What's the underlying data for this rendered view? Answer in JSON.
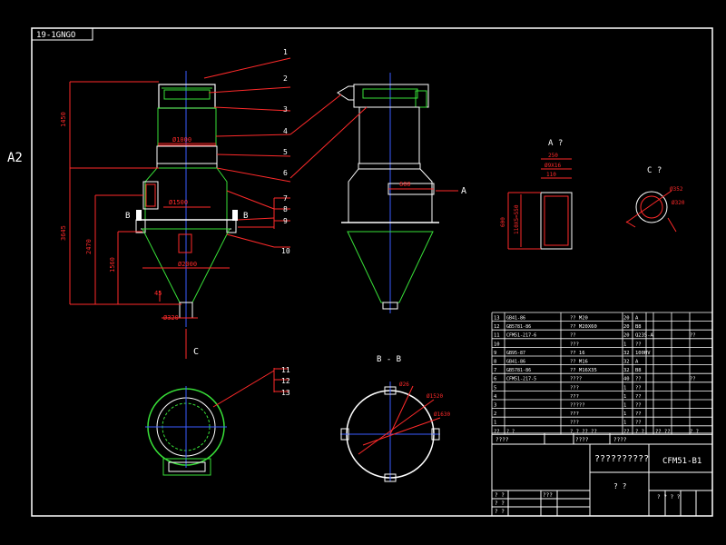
{
  "sheet": {
    "size_label": "A2",
    "drawing_code": "19-1GNGO",
    "frame_color": "#ffffff",
    "background": "#000000"
  },
  "colors": {
    "outline": "#ffffff",
    "dimension": "#ff2a2a",
    "centerline": "#3a5bff",
    "component": "#38e038",
    "label": "#ffffff",
    "section_callout": "#ffffff"
  },
  "views": {
    "front": {
      "callouts": [
        "1",
        "2",
        "3",
        "4",
        "5",
        "6",
        "7",
        "8",
        "9",
        "10"
      ],
      "section_marks": [
        "B",
        "B"
      ],
      "view_arrow": "C"
    },
    "side": {
      "view_arrow": "A"
    },
    "detail_a": {
      "title": "A ?"
    },
    "detail_c": {
      "title": "C ?"
    },
    "plan": {
      "callouts": [
        "11",
        "12",
        "13"
      ]
    },
    "section_bb": {
      "title": "B - B"
    }
  },
  "bom": {
    "rows": [
      {
        "no": "13",
        "code": "GB41-86",
        "name": "?? M20",
        "qty": "20",
        "mat": "A",
        "wt": "",
        "note": ""
      },
      {
        "no": "12",
        "code": "GB5781-86",
        "name": "?? M20X60",
        "qty": "20",
        "mat": "B8",
        "wt": "",
        "note": ""
      },
      {
        "no": "11",
        "code": "CFM51-217-6",
        "name": "??",
        "qty": "20",
        "mat": "Q235-A",
        "wt": "",
        "note": "??"
      },
      {
        "no": "10",
        "code": "",
        "name": "???",
        "qty": "1",
        "mat": "??",
        "wt": "",
        "note": ""
      },
      {
        "no": "9",
        "code": "GB95-87",
        "name": "?? 16",
        "qty": "32",
        "mat": "100HV",
        "wt": "",
        "note": ""
      },
      {
        "no": "8",
        "code": "GB41-86",
        "name": "?? M16",
        "qty": "32",
        "mat": "A",
        "wt": "",
        "note": ""
      },
      {
        "no": "7",
        "code": "GB5781-86",
        "name": "?? M16X35",
        "qty": "32",
        "mat": "B8",
        "wt": "",
        "note": ""
      },
      {
        "no": "6",
        "code": "CFM51-217-5",
        "name": "????",
        "qty": "40",
        "mat": "??",
        "wt": "",
        "note": "??"
      },
      {
        "no": "5",
        "code": "",
        "name": "???",
        "qty": "1",
        "mat": "??",
        "wt": "",
        "note": ""
      },
      {
        "no": "4",
        "code": "",
        "name": "???",
        "qty": "1",
        "mat": "??",
        "wt": "",
        "note": ""
      },
      {
        "no": "3",
        "code": "",
        "name": "?????",
        "qty": "1",
        "mat": "??",
        "wt": "",
        "note": ""
      },
      {
        "no": "2",
        "code": "",
        "name": "???",
        "qty": "1",
        "mat": "??",
        "wt": "",
        "note": ""
      },
      {
        "no": "1",
        "code": "",
        "name": "???",
        "qty": "1",
        "mat": "??",
        "wt": "",
        "note": ""
      }
    ],
    "header": {
      "no": "??",
      "code": "?  ?",
      "name": "?  ?  ?? ??",
      "qty": "??",
      "mat": "?  ?",
      "wt": "?? ??",
      "note": "?  ?"
    }
  },
  "title_block": {
    "row_labels": [
      "????",
      "????",
      "????"
    ],
    "product_name": "??????????",
    "drawing_no": "CFM51-B1",
    "scale_label": "?  ?",
    "sheet_info": "?  ?  ?  ?",
    "sign_rows": [
      "?  ?",
      "?  ?",
      "?  ?"
    ],
    "sign_extra": "???",
    "sheet_cells": [
      "?",
      "?",
      "?",
      "?"
    ]
  }
}
